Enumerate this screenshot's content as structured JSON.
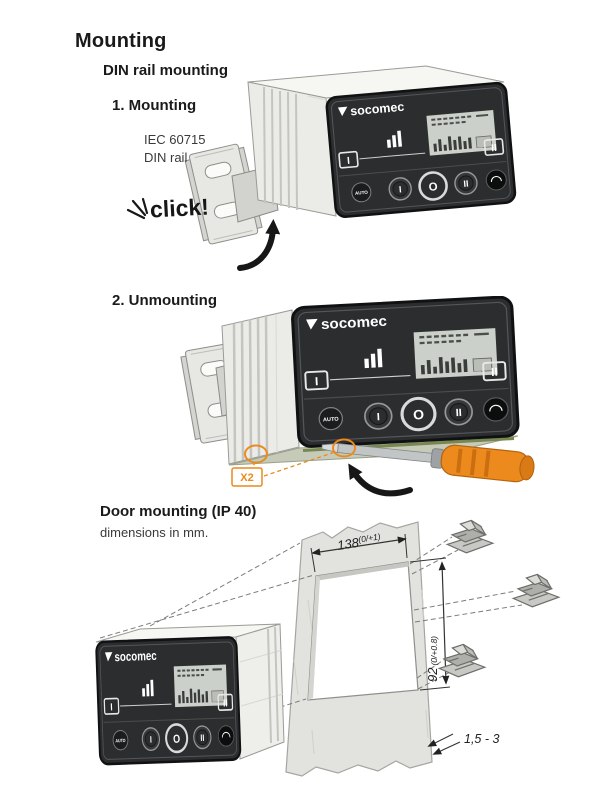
{
  "page": {
    "title": "Mounting"
  },
  "din_rail": {
    "heading": "DIN rail mounting",
    "step1_label": "1. Mounting",
    "step1_note1": "IEC 60715",
    "step1_note2": "DIN rail",
    "click_label": "click!",
    "step2_label": "2. Unmounting",
    "x2_label": "X2"
  },
  "door": {
    "heading": "Door mounting (IP 40)",
    "subheading": "dimensions in mm.",
    "width_value": "138",
    "width_tolerance": "(0/+1)",
    "height_value": "92",
    "height_tolerance": "(0/+0.8)",
    "panel_thickness": "1,5 - 3"
  },
  "device": {
    "brand": "socomec",
    "panel": {
      "pos_left": "I",
      "pos_right": "II",
      "btn_auto": "AUTO",
      "btn_i": "I",
      "btn_o": "O",
      "btn_ii": "II"
    }
  },
  "colors": {
    "accent_orange": "#ec8a1d",
    "panel_dark": "#2b2d2f",
    "body_light": "#ebebe7"
  }
}
